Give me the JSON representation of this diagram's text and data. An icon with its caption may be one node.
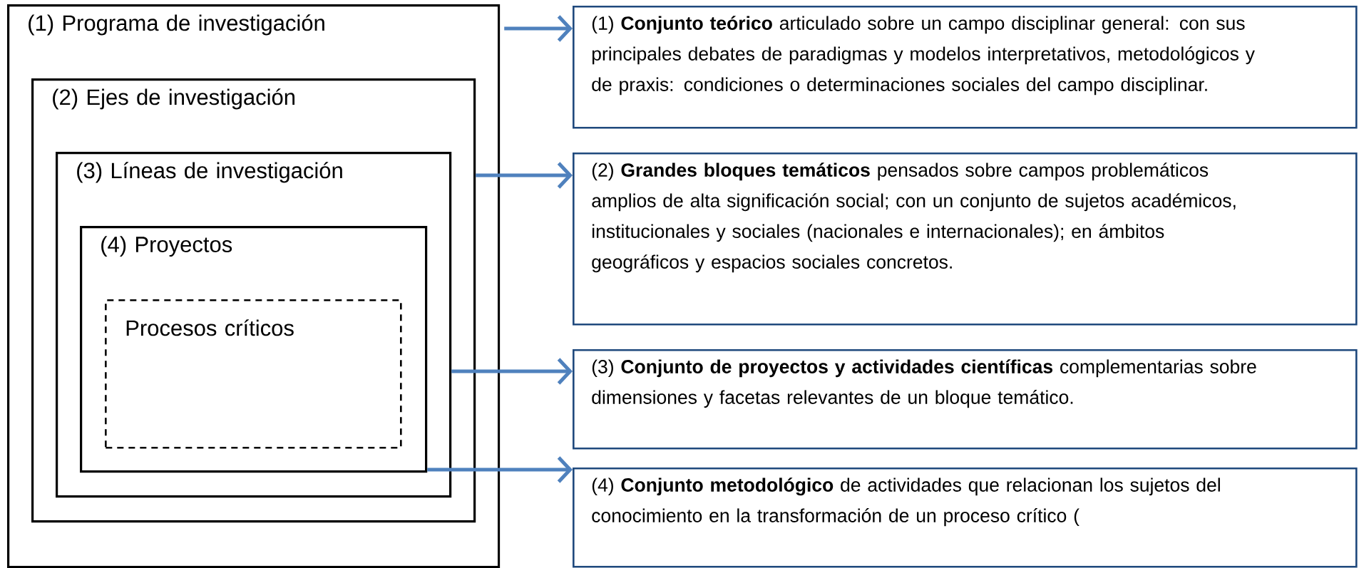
{
  "diagram": {
    "nodes": [
      {
        "text": [
          "(1) Programa de investigación"
        ]
      },
      {
        "text": [
          "(2) Ejes de investigación"
        ],
        "in": 0
      },
      {
        "text": [
          "(3) Líneas de investigación"
        ],
        "in": 1
      },
      {
        "text": [
          "(4) Proyectos"
        ],
        "in": 2
      },
      {
        "text": [
          "Procesos críticos"
        ],
        "in": 3
      },
      {
        "text": [
          "(1) **Conjunto teórico** articulado sobre un campo disciplinar general: con sus principales debates de paradigmas y modelos interpretativos, metodológicos y de praxis: condiciones o determinaciones sociales del campo disciplinar."
        ]
      },
      {
        "text": [
          "(2) **Grandes bloques temáticos** pensados sobre  campos problemáticos amplios de alta significación social; con un conjunto de sujetos académicos, institucionales y sociales (nacionales e internacionales); en ámbitos geográficos y espacios sociales concretos."
        ]
      },
      {
        "text": [
          "(3) **Conjunto de proyectos y actividades científicas** complementarias sobre dimensiones y facetas relevantes de un bloque temático."
        ]
      },
      {
        "text": [
          "(4) **Conjunto metodológico** de actividades que relacionan los sujetos del conocimiento en la transformación de un proceso crítico ("
        ]
      }
    ],
    "edges": [
      {
        "from": 0,
        "to": 5,
        "arrow": "to"
      },
      {
        "from": 1,
        "to": 6,
        "arrow": "to"
      },
      {
        "from": 2,
        "to": 7,
        "arrow": "to"
      },
      {
        "from": 3,
        "to": 8,
        "arrow": "to"
      }
    ]
  }
}
